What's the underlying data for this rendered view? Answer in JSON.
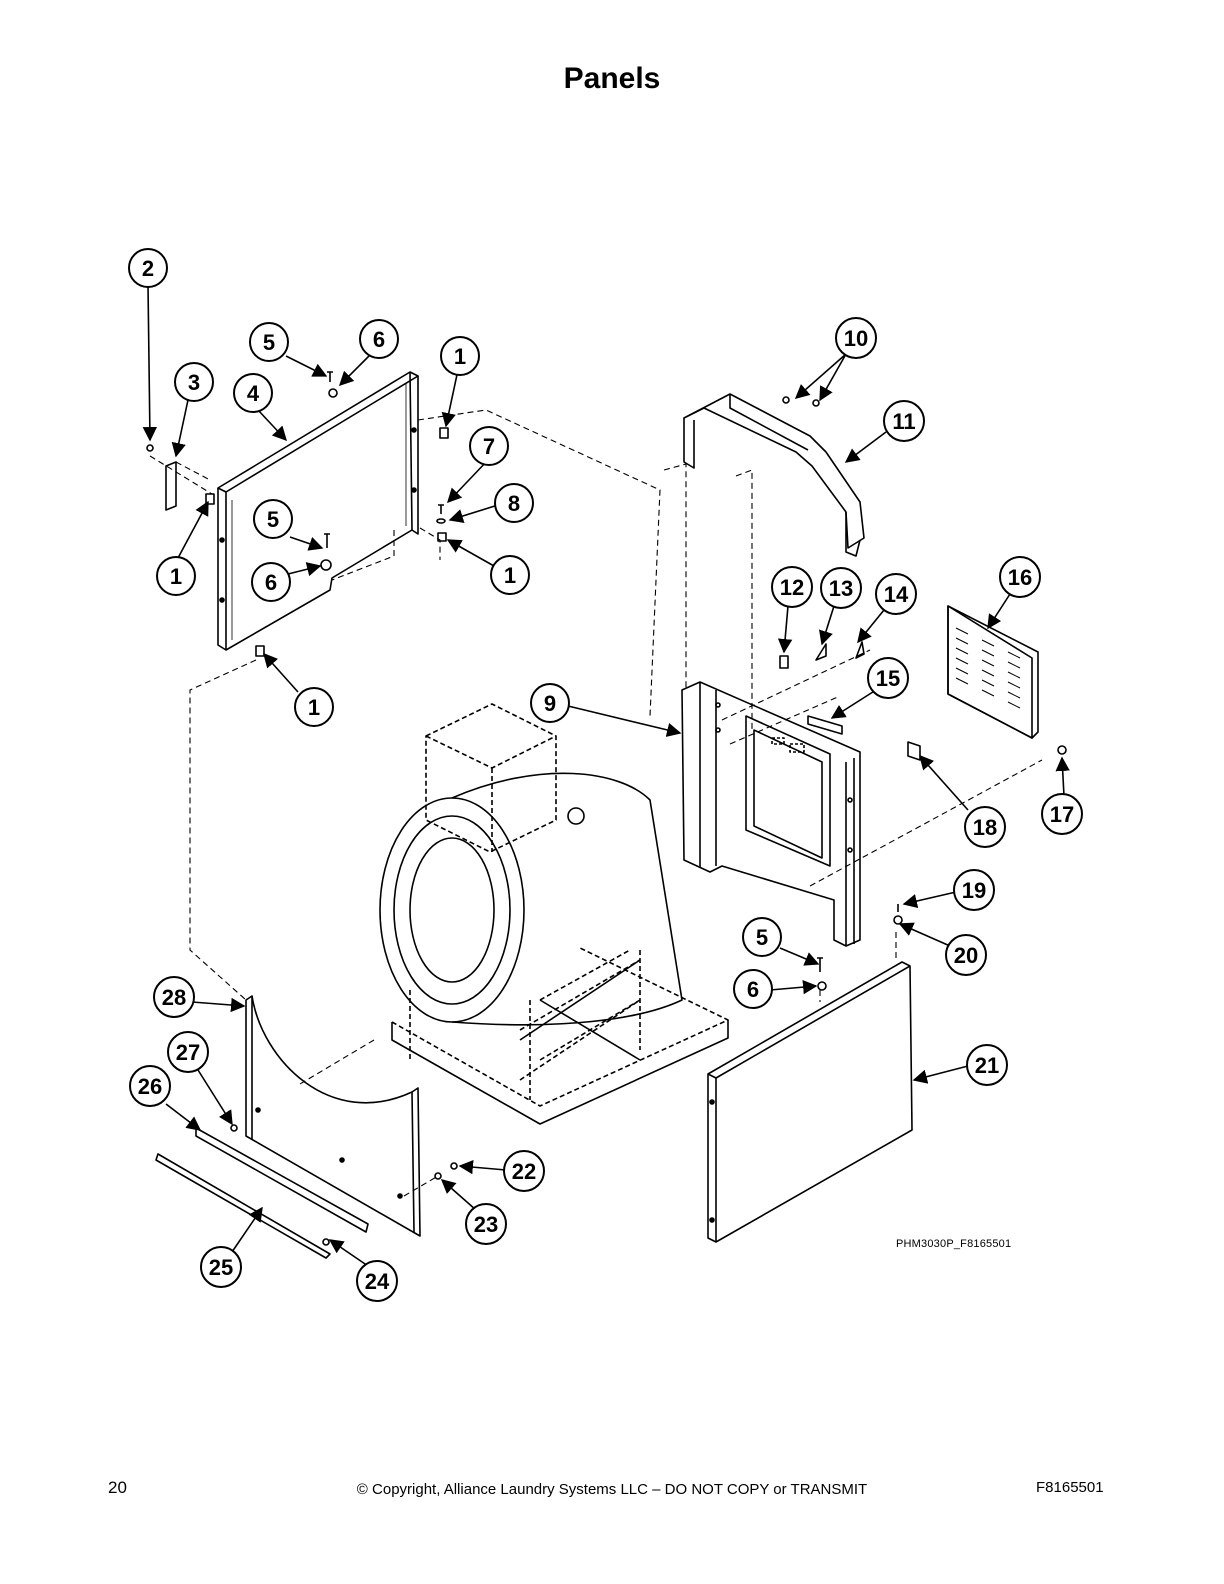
{
  "page": {
    "title": "Panels",
    "figure_ref": "PHM3030P_F8165501",
    "page_number": "20",
    "copyright": "© Copyright, Alliance Laundry Systems LLC – DO NOT COPY or TRANSMIT",
    "doc_id": "F8165501"
  },
  "callouts": [
    "1",
    "1",
    "1",
    "1",
    "2",
    "3",
    "4",
    "5",
    "5",
    "5",
    "6",
    "6",
    "6",
    "7",
    "8",
    "9",
    "10",
    "11",
    "12",
    "13",
    "14",
    "15",
    "16",
    "17",
    "18",
    "19",
    "20",
    "21",
    "22",
    "23",
    "24",
    "25",
    "26",
    "27",
    "28"
  ]
}
